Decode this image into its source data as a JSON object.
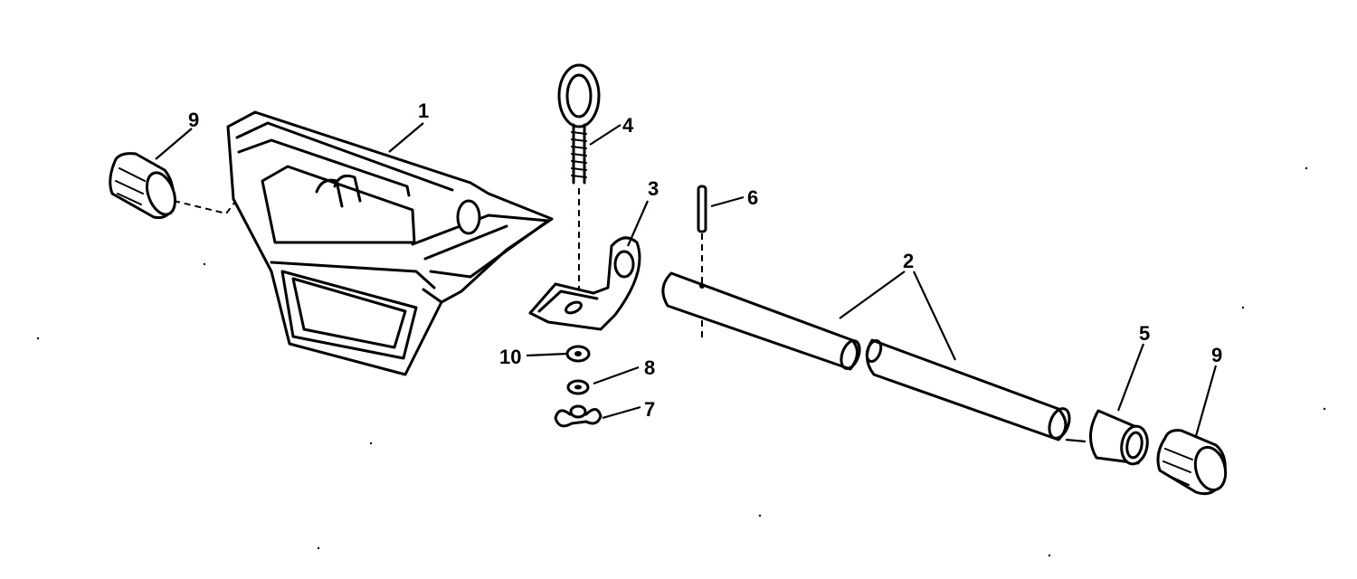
{
  "callouts": {
    "c1": "1",
    "c2": "2",
    "c3": "3",
    "c4": "4",
    "c5": "5",
    "c6": "6",
    "c7": "7",
    "c8": "8",
    "c9a": "9",
    "c9b": "9",
    "c10": "10"
  },
  "parts": [
    {
      "callout": "1",
      "name": "bracket"
    },
    {
      "callout": "2",
      "name": "tube"
    },
    {
      "callout": "3",
      "name": "mounting-clip"
    },
    {
      "callout": "4",
      "name": "eye-bolt"
    },
    {
      "callout": "5",
      "name": "sleeve"
    },
    {
      "callout": "6",
      "name": "pin"
    },
    {
      "callout": "7",
      "name": "wing-nut"
    },
    {
      "callout": "8",
      "name": "washer"
    },
    {
      "callout": "9",
      "name": "grip"
    },
    {
      "callout": "10",
      "name": "lock-washer"
    }
  ]
}
